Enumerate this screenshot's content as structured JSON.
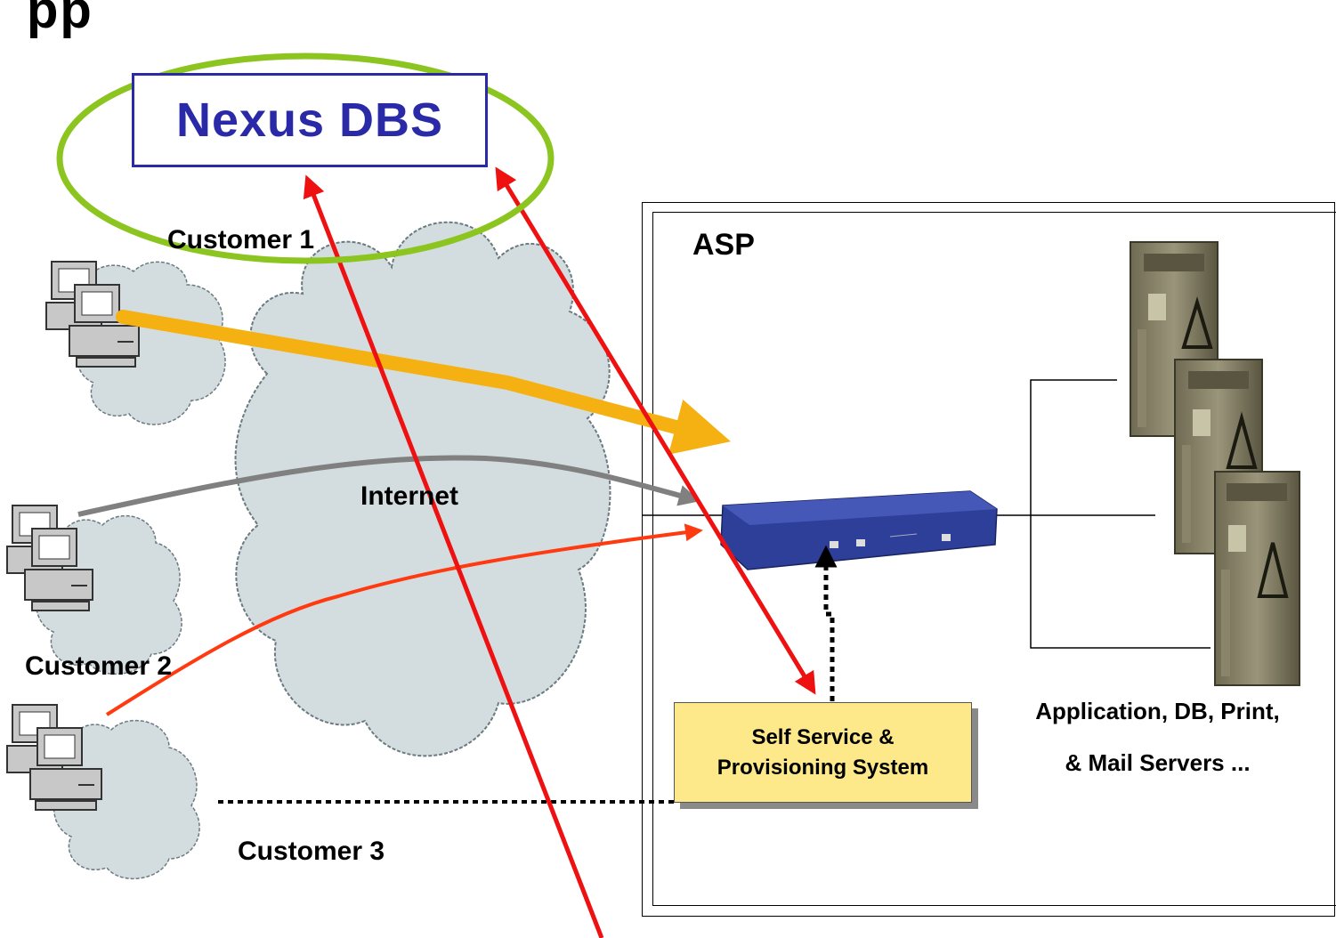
{
  "header": {
    "title_fragment": "pp"
  },
  "nexus": {
    "label": "Nexus DBS"
  },
  "asp": {
    "label": "ASP"
  },
  "cloud": {
    "label": "Internet"
  },
  "customers": [
    {
      "label": "Customer 1"
    },
    {
      "label": "Customer 2"
    },
    {
      "label": "Customer 3"
    }
  ],
  "provisioning": {
    "line1": "Self Service &",
    "line2": "Provisioning System"
  },
  "servers": {
    "line1": "Application, DB, Print,",
    "line2": "& Mail Servers ..."
  },
  "colors": {
    "nexus_ellipse": "#8cc520",
    "nexus_text": "#2a2aa8",
    "arrow_customer1": "#f5b012",
    "arrow_customer2": "#808080",
    "arrow_customer3": "#ff3a10",
    "arrow_nexus": "#ee1111",
    "cloud_fill": "#d3dde0",
    "appliance": "#2e3f9a",
    "box_fill": "#fde98a"
  }
}
